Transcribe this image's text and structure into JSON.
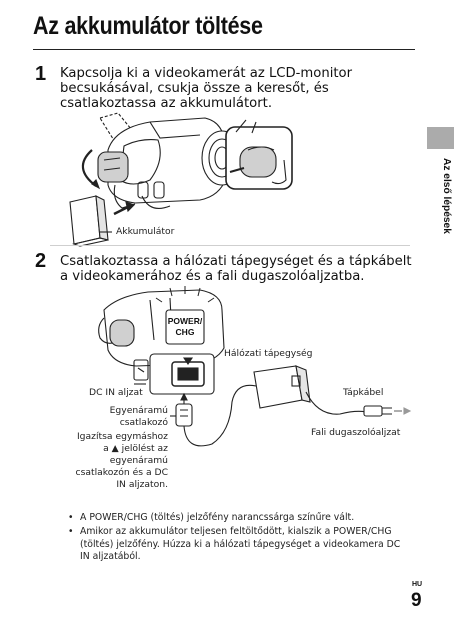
{
  "title": "Az akkumulátor töltése",
  "side_label": "Az első lépések",
  "step1": {
    "number": "1",
    "lines": [
      "Kapcsolja ki a videokamerát az LCD-monitor",
      "becsukásával, csukja össze a keresőt, és",
      "csatlakoztassa az akkumulátort."
    ],
    "label_battery": "Akkumulátor"
  },
  "step2": {
    "number": "2",
    "lines": [
      "Csatlakoztassa a hálózati tápegységet és a tápkábelt",
      "a videokamerához és a fali dugaszolóaljzatba."
    ],
    "indicator_line1": "POWER/",
    "indicator_line2": "CHG",
    "label_adapter": "Hálózati tápegység",
    "label_dc_in": "DC IN aljzat",
    "label_cord": "Tápkábel",
    "label_plug_lines": [
      "Egyenáramú",
      "csatlakozó"
    ],
    "label_wall": "Fali dugaszolóaljzat",
    "label_align_lines": [
      "Igazítsa egymáshoz",
      "a ▲ jelölést az",
      "egyenáramú",
      "csatlakozón és a DC",
      "IN aljzaton."
    ]
  },
  "notes": [
    [
      "A POWER/CHG (töltés) jelzőfény narancssárga színűre vált."
    ],
    [
      "Amikor az akkumulátor teljesen feltöltődött, kialszik a POWER/CHG",
      "(töltés) jelzőfény. Húzza ki a hálózati tápegységet a videokamera DC",
      "IN aljzatából."
    ]
  ],
  "footer": {
    "lang": "HU",
    "page": "9"
  },
  "colors": {
    "text": "#111111",
    "tab": "#ababab",
    "highlight": "#d0d0d0"
  }
}
